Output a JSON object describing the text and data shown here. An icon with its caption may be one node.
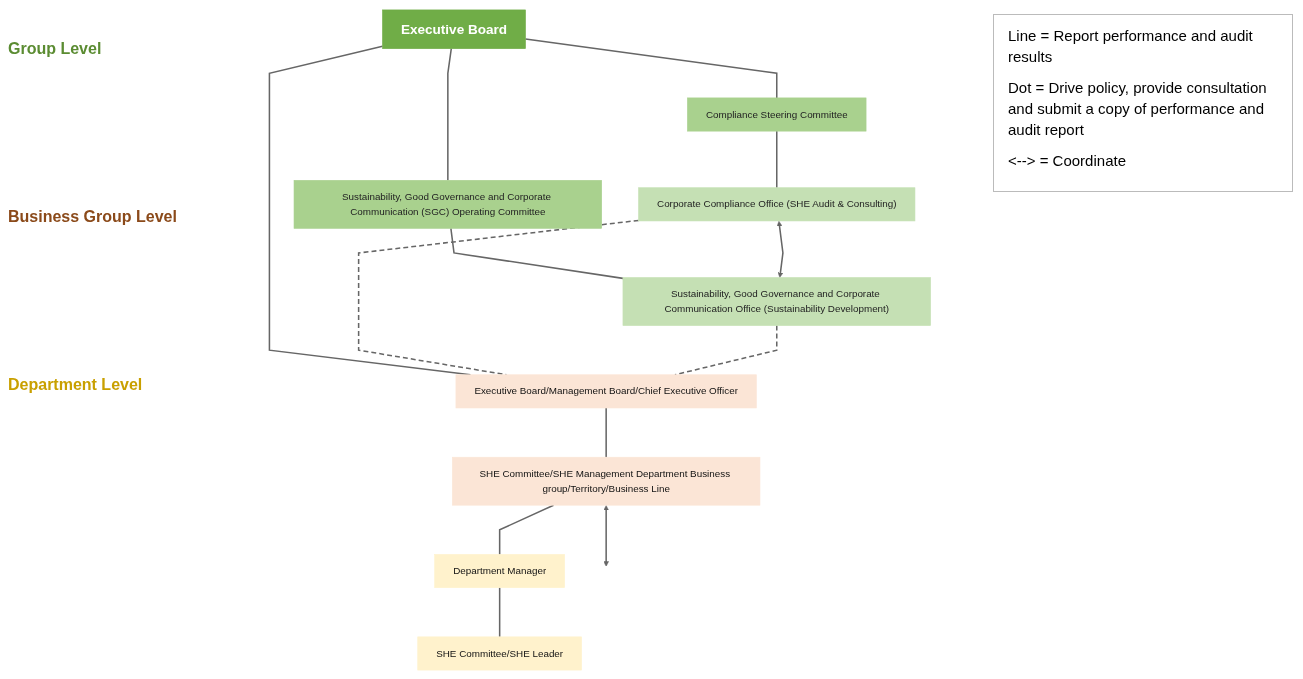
{
  "diagram": {
    "nodes": [
      {
        "text": [
          "Executive Board"
        ]
      },
      {
        "text": [
          "Compliance Steering Committee"
        ]
      },
      {
        "text": [
          "Sustainability, Good Governance and Corporate Communication (SGC) Operating Committee"
        ]
      },
      {
        "text": [
          "Corporate Compliance Office (SHE Audit & Consulting)"
        ]
      },
      {
        "text": [
          "Sustainability, Good Governance and Corporate Communication Office (Sustainability Development)"
        ]
      },
      {
        "text": [
          "Executive Board/Management Board/Chief Executive Officer"
        ]
      },
      {
        "text": [
          "SHE Committee/SHE Management Department Business group/Territory/Business Line"
        ]
      },
      {
        "text": [
          "Department Manager"
        ]
      },
      {
        "text": [
          "SHE Committee/SHE Leader"
        ]
      }
    ],
    "edges": [
      {
        "from": 0,
        "to": 1,
        "arrow": "none"
      },
      {
        "from": 0,
        "to": 2,
        "arrow": "none"
      },
      {
        "from": 0,
        "to": 5,
        "arrow": "none"
      },
      {
        "from": 1,
        "to": 3,
        "arrow": "none"
      },
      {
        "from": 2,
        "to": 4,
        "arrow": "none"
      },
      {
        "from": 3,
        "to": 4,
        "arrow": "both"
      },
      {
        "from": 3,
        "to": 5,
        "arrow": "none",
        "style": "dashed"
      },
      {
        "from": 4,
        "to": 5,
        "arrow": "none",
        "style": "dashed"
      },
      {
        "from": 6,
        "to": null,
        "arrow": "both"
      },
      {
        "from": 5,
        "to": 6,
        "arrow": "none"
      },
      {
        "from": 6,
        "to": 7,
        "arrow": "none"
      },
      {
        "from": 7,
        "to": 8,
        "arrow": "none"
      }
    ],
    "labels": [
      "Group Level",
      "Business Group Level",
      "Department Level"
    ],
    "legend": [
      {
        "text": "Line = Report performance and audit results"
      },
      {
        "text": "Dot = Drive policy, provide consultation and submit a copy of performance and audit report"
      },
      {
        "text": "<--> = Coordinate"
      }
    ]
  }
}
